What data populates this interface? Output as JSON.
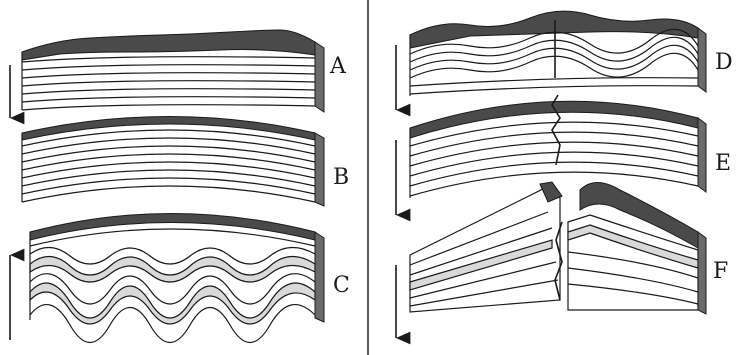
{
  "panels": [
    {
      "id": "a",
      "label": "A",
      "arrow": "down",
      "description_kind": "flat-layers-wavy-surface"
    },
    {
      "id": "b",
      "label": "B",
      "arrow": "none",
      "description_kind": "gentle-arch"
    },
    {
      "id": "c",
      "label": "C",
      "arrow": "up",
      "description_kind": "folded-layers-under-arch"
    },
    {
      "id": "d",
      "label": "D",
      "arrow": "down",
      "description_kind": "faulted-wavy-surface"
    },
    {
      "id": "e",
      "label": "E",
      "arrow": "down",
      "description_kind": "arched-with-fault"
    },
    {
      "id": "f",
      "label": "F",
      "arrow": "down",
      "description_kind": "broken-arch-block"
    }
  ],
  "colors": {
    "ink": "#1a1a1a",
    "top_layer": "#4a4a4a",
    "layer_fill": "#ffffff",
    "shaded_layer": "#d9d9d9",
    "divider": "#222222"
  }
}
